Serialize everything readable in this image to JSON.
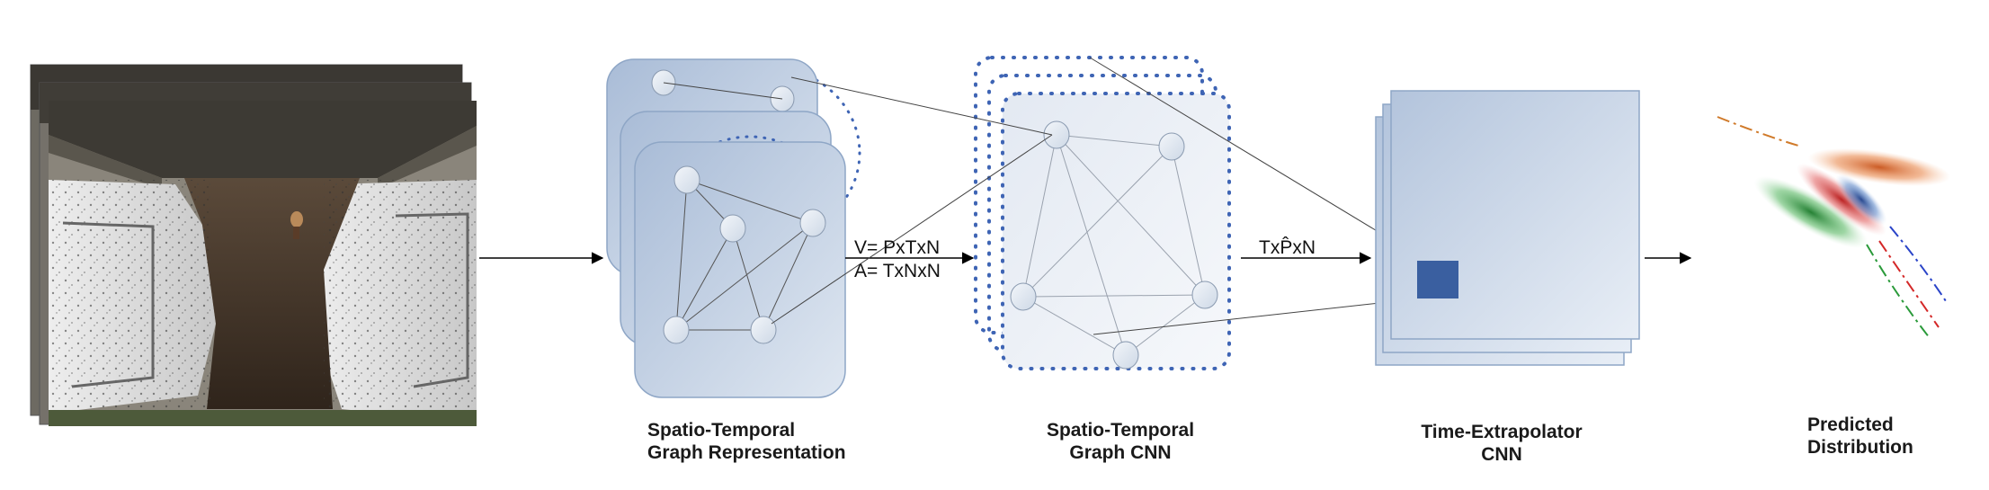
{
  "stages": [
    {
      "id": "input-frames",
      "caption_lines": []
    },
    {
      "id": "graph-representation",
      "caption_lines": [
        "Spatio-Temporal",
        "Graph Representation"
      ]
    },
    {
      "id": "graph-cnn",
      "caption_lines": [
        "Spatio-Temporal",
        "Graph CNN"
      ]
    },
    {
      "id": "time-extrapolator",
      "caption_lines": [
        "Time-Extrapolator",
        "CNN"
      ]
    },
    {
      "id": "predicted-distribution",
      "caption_lines": [
        "Predicted",
        "Distribution"
      ]
    }
  ],
  "formulas": {
    "vertex": "V= PxTxN",
    "adjacency": "A= TxNxN",
    "graph_cnn_output": "TxP̂xN"
  },
  "colors": {
    "panel_fill": "#b8c8de",
    "panel_stroke": "#8ea6c6",
    "node_fill": "#e6ecf4",
    "node_stroke": "#9aaac0",
    "dots": "#3e64b4",
    "highlight": "#3a5fa0",
    "trajectory_orange": "#d07a2a",
    "trajectory_red": "#d42828",
    "trajectory_green": "#2a9a3a",
    "trajectory_blue": "#2a44c8"
  }
}
